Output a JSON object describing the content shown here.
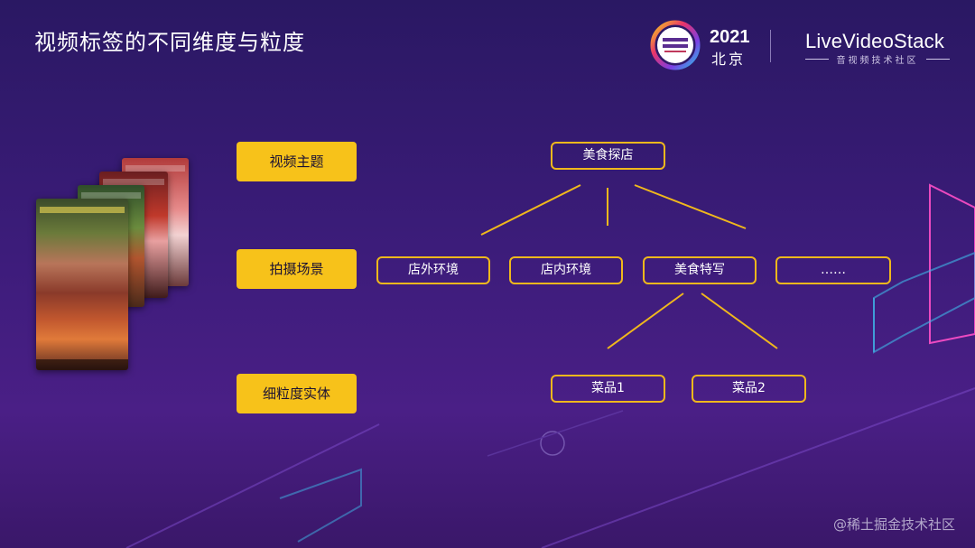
{
  "slide": {
    "title": "视频标签的不同维度与粒度",
    "logo": {
      "year": "2021",
      "city": "北京",
      "brand": "LiveVideoStack",
      "brand_sub": "音视频技术社区"
    },
    "watermark": "@稀土掘金技术社区"
  },
  "categories": [
    "视频主题",
    "拍摄场景",
    "细粒度实体"
  ],
  "tree": {
    "root": "美食探店",
    "level2": [
      "店外环境",
      "店内环境",
      "美食特写",
      "……"
    ],
    "level3": [
      "菜品1",
      "菜品2"
    ]
  },
  "colors": {
    "accent": "#f7c21a",
    "node_border": "#f0b81c",
    "bg_top": "#2a1863",
    "bg_bottom": "#4a1f86"
  }
}
